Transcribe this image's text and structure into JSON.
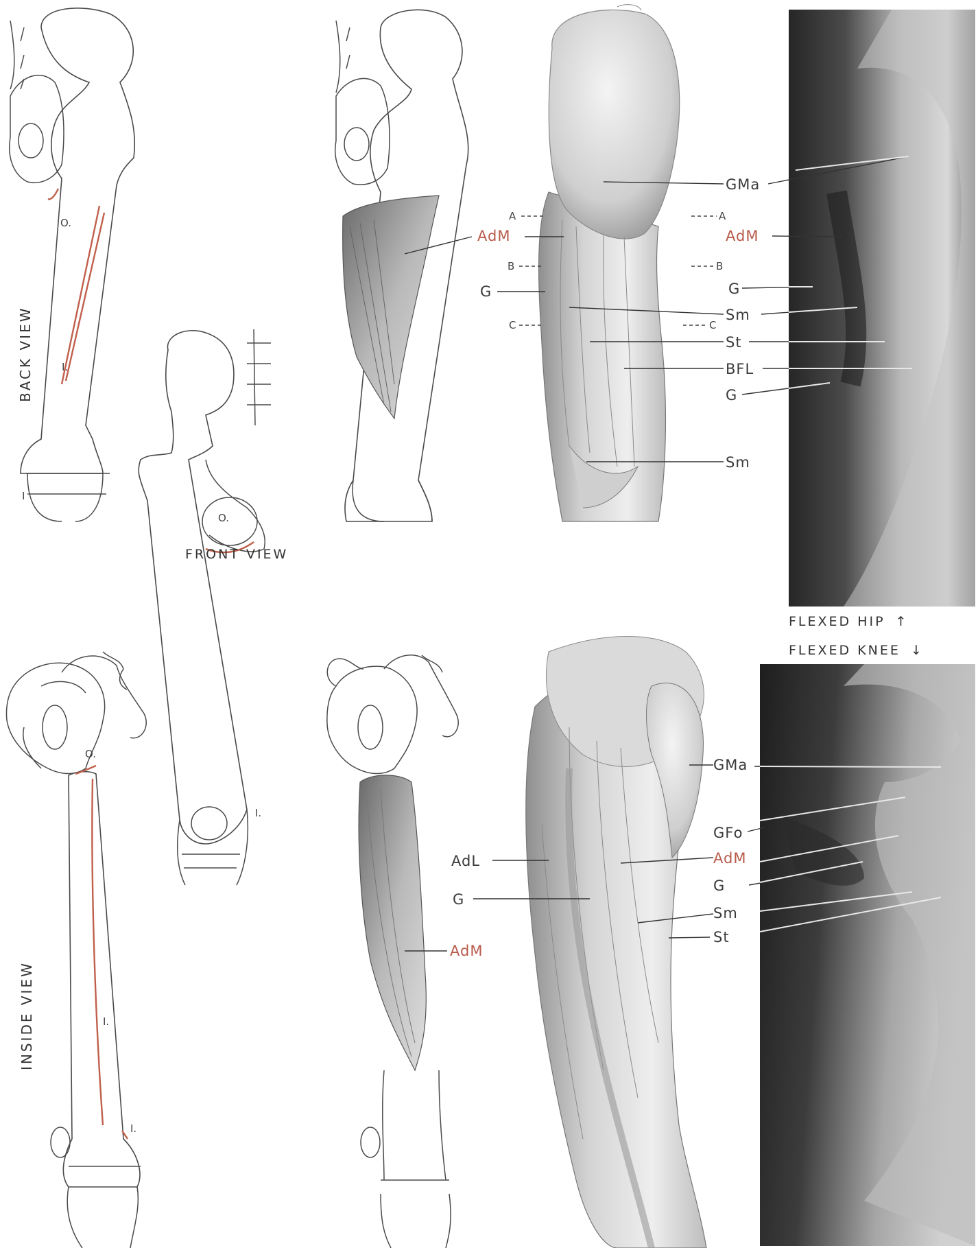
{
  "views": {
    "back": "BACK VIEW",
    "front": "FRONT VIEW",
    "inside": "INSIDE VIEW"
  },
  "bone_marks": {
    "back_origin": "O.",
    "back_insertion_1": "I.",
    "back_insertion_2": "I",
    "front_origin": "O.",
    "front_insertion": "I.",
    "inside_origin": "O.",
    "inside_insertion_1": "I.",
    "inside_insertion_2": "I."
  },
  "upper_left_labels": {
    "adm": "AdM",
    "a": "A",
    "b": "B",
    "c": "C",
    "g": "G"
  },
  "upper_right_labels": {
    "gma": "GMa",
    "a": "A",
    "adm": "AdM",
    "b": "B",
    "g": "G",
    "sm": "Sm",
    "c": "C",
    "st": "St",
    "bfl": "BFL",
    "g2": "G",
    "sm2": "Sm"
  },
  "captions": {
    "flexed_hip": "FLEXED HIP",
    "flexed_hip_arrow": "↑",
    "flexed_knee": "FLEXED KNEE",
    "flexed_knee_arrow": "↓"
  },
  "lower_left_labels": {
    "adl": "AdL",
    "g": "G",
    "adm": "AdM"
  },
  "lower_right_labels": {
    "gma": "GMa",
    "gfo": "GFo",
    "adm": "AdM",
    "g": "G",
    "sm": "Sm",
    "st": "St"
  },
  "colors": {
    "attachment": "#c0604c",
    "label_highlight": "#b85a4a"
  }
}
